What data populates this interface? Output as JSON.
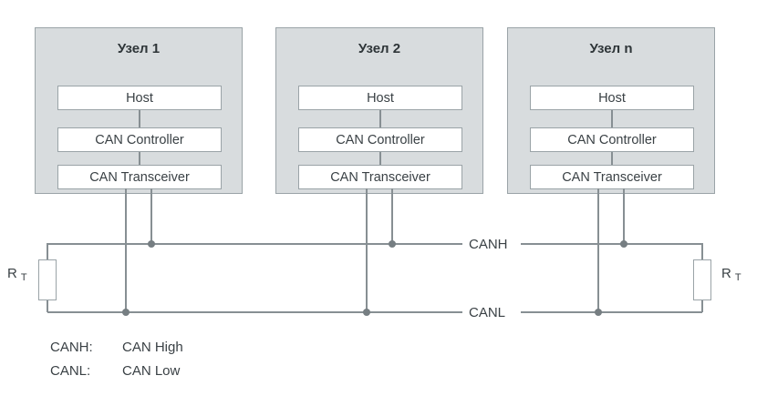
{
  "nodes": [
    {
      "title": "Узел 1",
      "boxes": [
        "Host",
        "CAN Controller",
        "CAN Transceiver"
      ]
    },
    {
      "title": "Узел 2",
      "boxes": [
        "Host",
        "CAN Controller",
        "CAN Transceiver"
      ]
    },
    {
      "title": "Узел n",
      "boxes": [
        "Host",
        "CAN Controller",
        "CAN Transceiver"
      ]
    }
  ],
  "bus": {
    "canh_label": "CANH",
    "canl_label": "CANL"
  },
  "terminators": {
    "left": {
      "symbol": "R",
      "subscript": "T"
    },
    "right": {
      "symbol": "R",
      "subscript": "T"
    }
  },
  "legend": [
    {
      "term": "CANH:",
      "definition": "CAN High"
    },
    {
      "term": "CANL:",
      "definition": "CAN Low"
    }
  ],
  "colors": {
    "node_fill": "#d8dcde",
    "node_border": "#9aa3a7",
    "box_fill": "#ffffff",
    "box_border": "#9aa3a7",
    "line": "#878f93",
    "dot": "#767e82",
    "text": "#3a4145",
    "title": "#2e3538"
  }
}
